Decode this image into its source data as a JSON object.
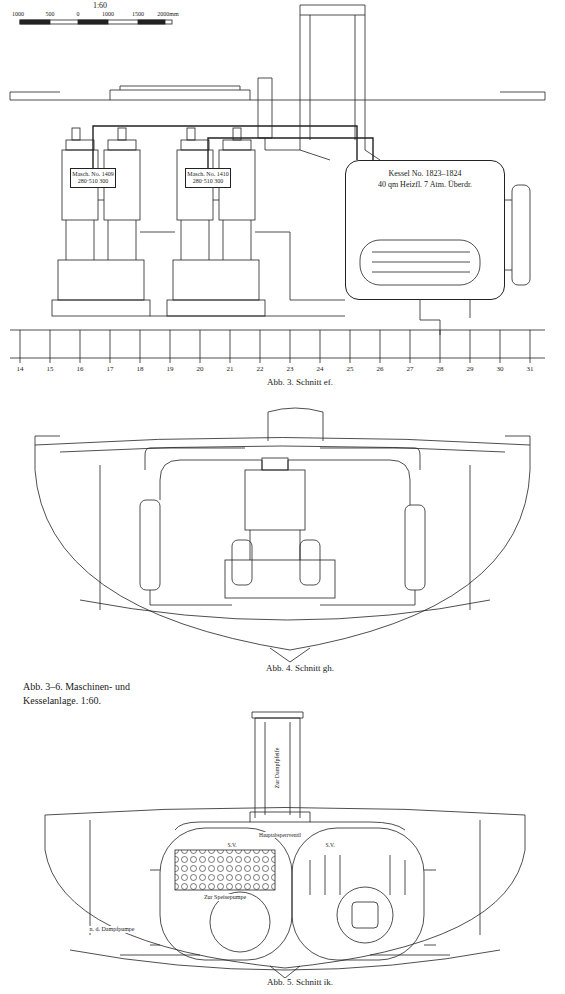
{
  "diagram": {
    "caption": "Abb. 3–6. Maschinen- und Kesselanlage. 1:60.",
    "nodes": [
      {
        "text": [
          "Masch. No. 1409 280·510 300"
        ]
      },
      {
        "text": [
          "Masch. No. 1410 280·510 300"
        ]
      },
      {
        "text": [
          "Kessel No. 1823–1824",
          "40 qm Heizfl. 7 Atm. Überdr."
        ]
      }
    ],
    "edges": [
      {
        "from": 2,
        "to": 0,
        "arrow": "none"
      },
      {
        "from": 2,
        "to": 1,
        "arrow": "none"
      }
    ],
    "labels": [
      "1:60",
      "1000",
      "500",
      "0",
      "1000",
      "1500",
      "2000mm",
      "14",
      "15",
      "16",
      "17",
      "18",
      "19",
      "20",
      "21",
      "22",
      "23",
      "24",
      "25",
      "26",
      "27",
      "28",
      "29",
      "30",
      "31",
      "Abb. 3. Schnitt ef.",
      "Abb. 4. Schnitt gh.",
      "Zur Dampfpfeife",
      "Hauptabsperrventil",
      "S.V.",
      "S.V.",
      "Zur Speisepumpe",
      "n. d. Dampfpumpe",
      "Abb. 5. Schnitt ik."
    ]
  }
}
